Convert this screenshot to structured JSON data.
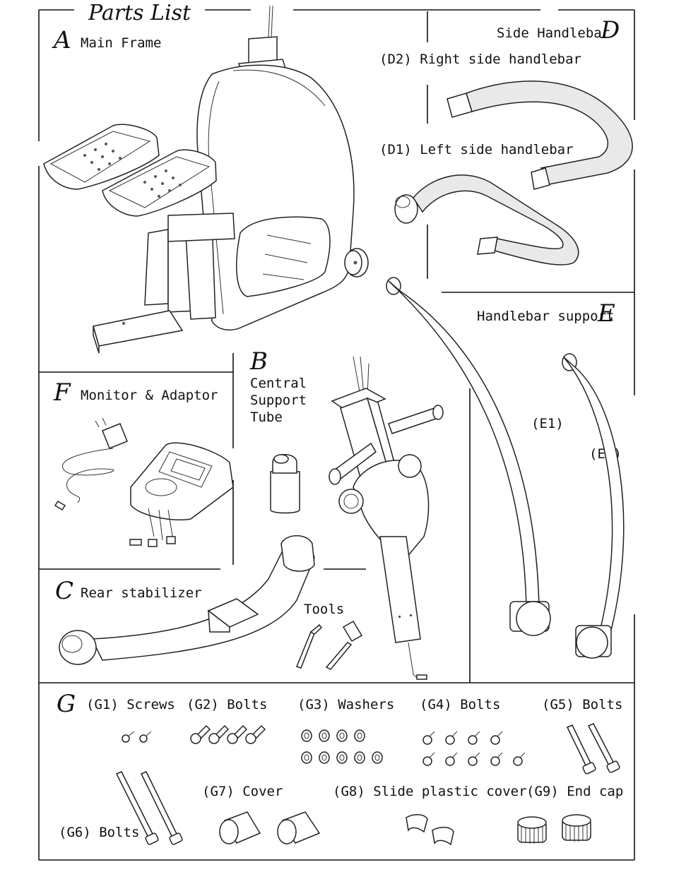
{
  "title": "Parts List",
  "sections": {
    "A": {
      "letter": "A",
      "label": "Main Frame"
    },
    "B": {
      "letter": "B",
      "label_lines": [
        "Central",
        "Support",
        "Tube"
      ]
    },
    "C": {
      "letter": "C",
      "label": "Rear stabilizer"
    },
    "D": {
      "letter": "D",
      "label": "Side Handlebar",
      "parts": {
        "D1": "(D1) Left side handlebar",
        "D2": "(D2) Right side handlebar"
      }
    },
    "E": {
      "letter": "E",
      "label": "Handlebar support",
      "parts": {
        "E1": "(E1)",
        "E2": "(E2)"
      }
    },
    "F": {
      "letter": "F",
      "label": "Monitor & Adaptor"
    },
    "G": {
      "letter": "G",
      "parts": {
        "G1": "(G1) Screws",
        "G2": "(G2) Bolts",
        "G3": "(G3) Washers",
        "G4": "(G4) Bolts",
        "G5": "(G5) Bolts",
        "G6": "(G6) Bolts",
        "G7": "(G7) Cover",
        "G8": "(G8) Slide plastic cover",
        "G9": "(G9) End cap"
      }
    },
    "tools": {
      "label": "Tools"
    }
  }
}
